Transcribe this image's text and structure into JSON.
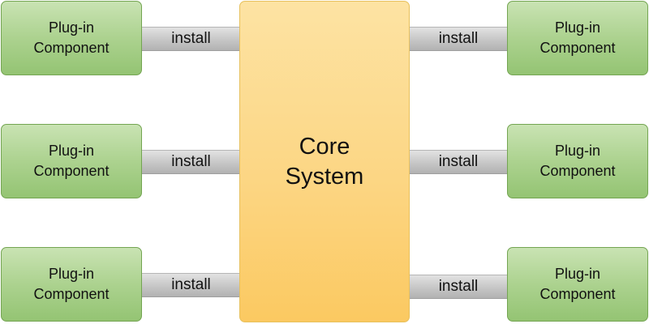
{
  "diagram": {
    "core": {
      "label_line1": "Core",
      "label_line2": "System"
    },
    "plugins": [
      {
        "label_line1": "Plug-in",
        "label_line2": "Component"
      },
      {
        "label_line1": "Plug-in",
        "label_line2": "Component"
      },
      {
        "label_line1": "Plug-in",
        "label_line2": "Component"
      },
      {
        "label_line1": "Plug-in",
        "label_line2": "Component"
      },
      {
        "label_line1": "Plug-in",
        "label_line2": "Component"
      },
      {
        "label_line1": "Plug-in",
        "label_line2": "Component"
      }
    ],
    "connectors": [
      {
        "label": "install"
      },
      {
        "label": "install"
      },
      {
        "label": "install"
      },
      {
        "label": "install"
      },
      {
        "label": "install"
      },
      {
        "label": "install"
      }
    ]
  },
  "colors": {
    "plugin_fill": "#acd28f",
    "plugin_border": "#74a552",
    "core_fill": "#fcd684",
    "core_border": "#e7c05c",
    "connector_fill": "#c6c6c6"
  }
}
